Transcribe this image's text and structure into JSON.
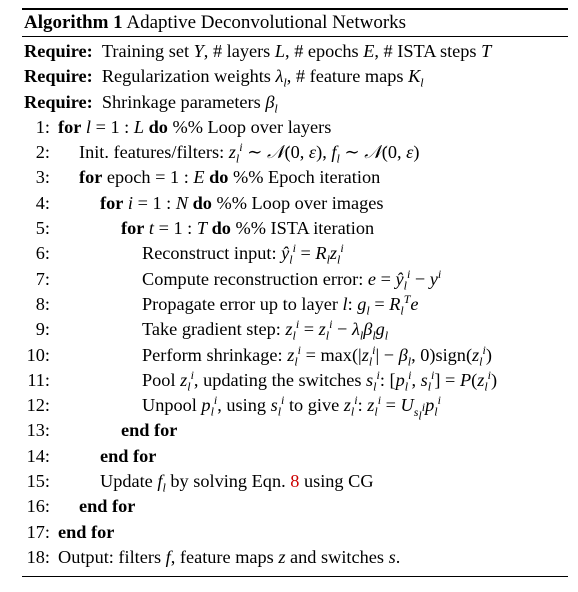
{
  "algorithm": {
    "label": "Algorithm 1",
    "title": "Adaptive Deconvolutional Networks",
    "requires": [
      {
        "keyword": "Require:",
        "text": "Training set Y, # layers L, # epochs E, # ISTA steps T"
      },
      {
        "keyword": "Require:",
        "text": "Regularization weights λ_l, # feature maps K_l"
      },
      {
        "keyword": "Require:",
        "text": "Shrinkage parameters β_l"
      }
    ],
    "steps": [
      {
        "num": "1:",
        "kw": "for",
        "text": "l = 1 : L",
        "kw2": "do",
        "comment": "%% Loop over layers"
      },
      {
        "num": "2:",
        "text": "Init. features/filters: z_l^i ∼ 𝒩(0, ε), f_l ∼ 𝒩(0, ε)"
      },
      {
        "num": "3:",
        "kw": "for",
        "text": "epoch = 1 : E",
        "kw2": "do",
        "comment": "%% Epoch iteration"
      },
      {
        "num": "4:",
        "kw": "for",
        "text": "i = 1 : N",
        "kw2": "do",
        "comment": "%% Loop over images"
      },
      {
        "num": "5:",
        "kw": "for",
        "text": "t = 1 : T",
        "kw2": "do",
        "comment": "%% ISTA iteration"
      },
      {
        "num": "6:",
        "label": "Reconstruct input:",
        "text": "ŷ_l^i = R_l z_l^i"
      },
      {
        "num": "7:",
        "label": "Compute reconstruction error:",
        "text": "e = ŷ_l^i − y^i"
      },
      {
        "num": "8:",
        "label": "Propagate error up to layer l:",
        "text": "g_l = R_l^T e"
      },
      {
        "num": "9:",
        "label": "Take gradient step:",
        "text": "z_l^i = z_l^i − λ_l β_l g_l"
      },
      {
        "num": "10:",
        "label": "Perform shrinkage:",
        "text": "z_l^i = max(|z_l^i| − β_l, 0)sign(z_l^i)"
      },
      {
        "num": "11:",
        "label": "Pool z_l^i, updating the switches s_l^i:",
        "text": "[p_l^i, s_l^i] = P(z_l^i)"
      },
      {
        "num": "12:",
        "label": "Unpool p_l^i, using s_l^i to give z_l^i:",
        "text": "z_l^i = U_{s_l^i} p_l^i"
      },
      {
        "num": "13:",
        "kw": "end for"
      },
      {
        "num": "14:",
        "kw": "end for"
      },
      {
        "num": "15:",
        "label": "Update f_l by solving Eqn.",
        "ref": "8",
        "text": "using CG"
      },
      {
        "num": "16:",
        "kw": "end for"
      },
      {
        "num": "17:",
        "kw": "end for"
      },
      {
        "num": "18:",
        "label": "Output: filters f, feature maps z and switches s."
      }
    ]
  }
}
